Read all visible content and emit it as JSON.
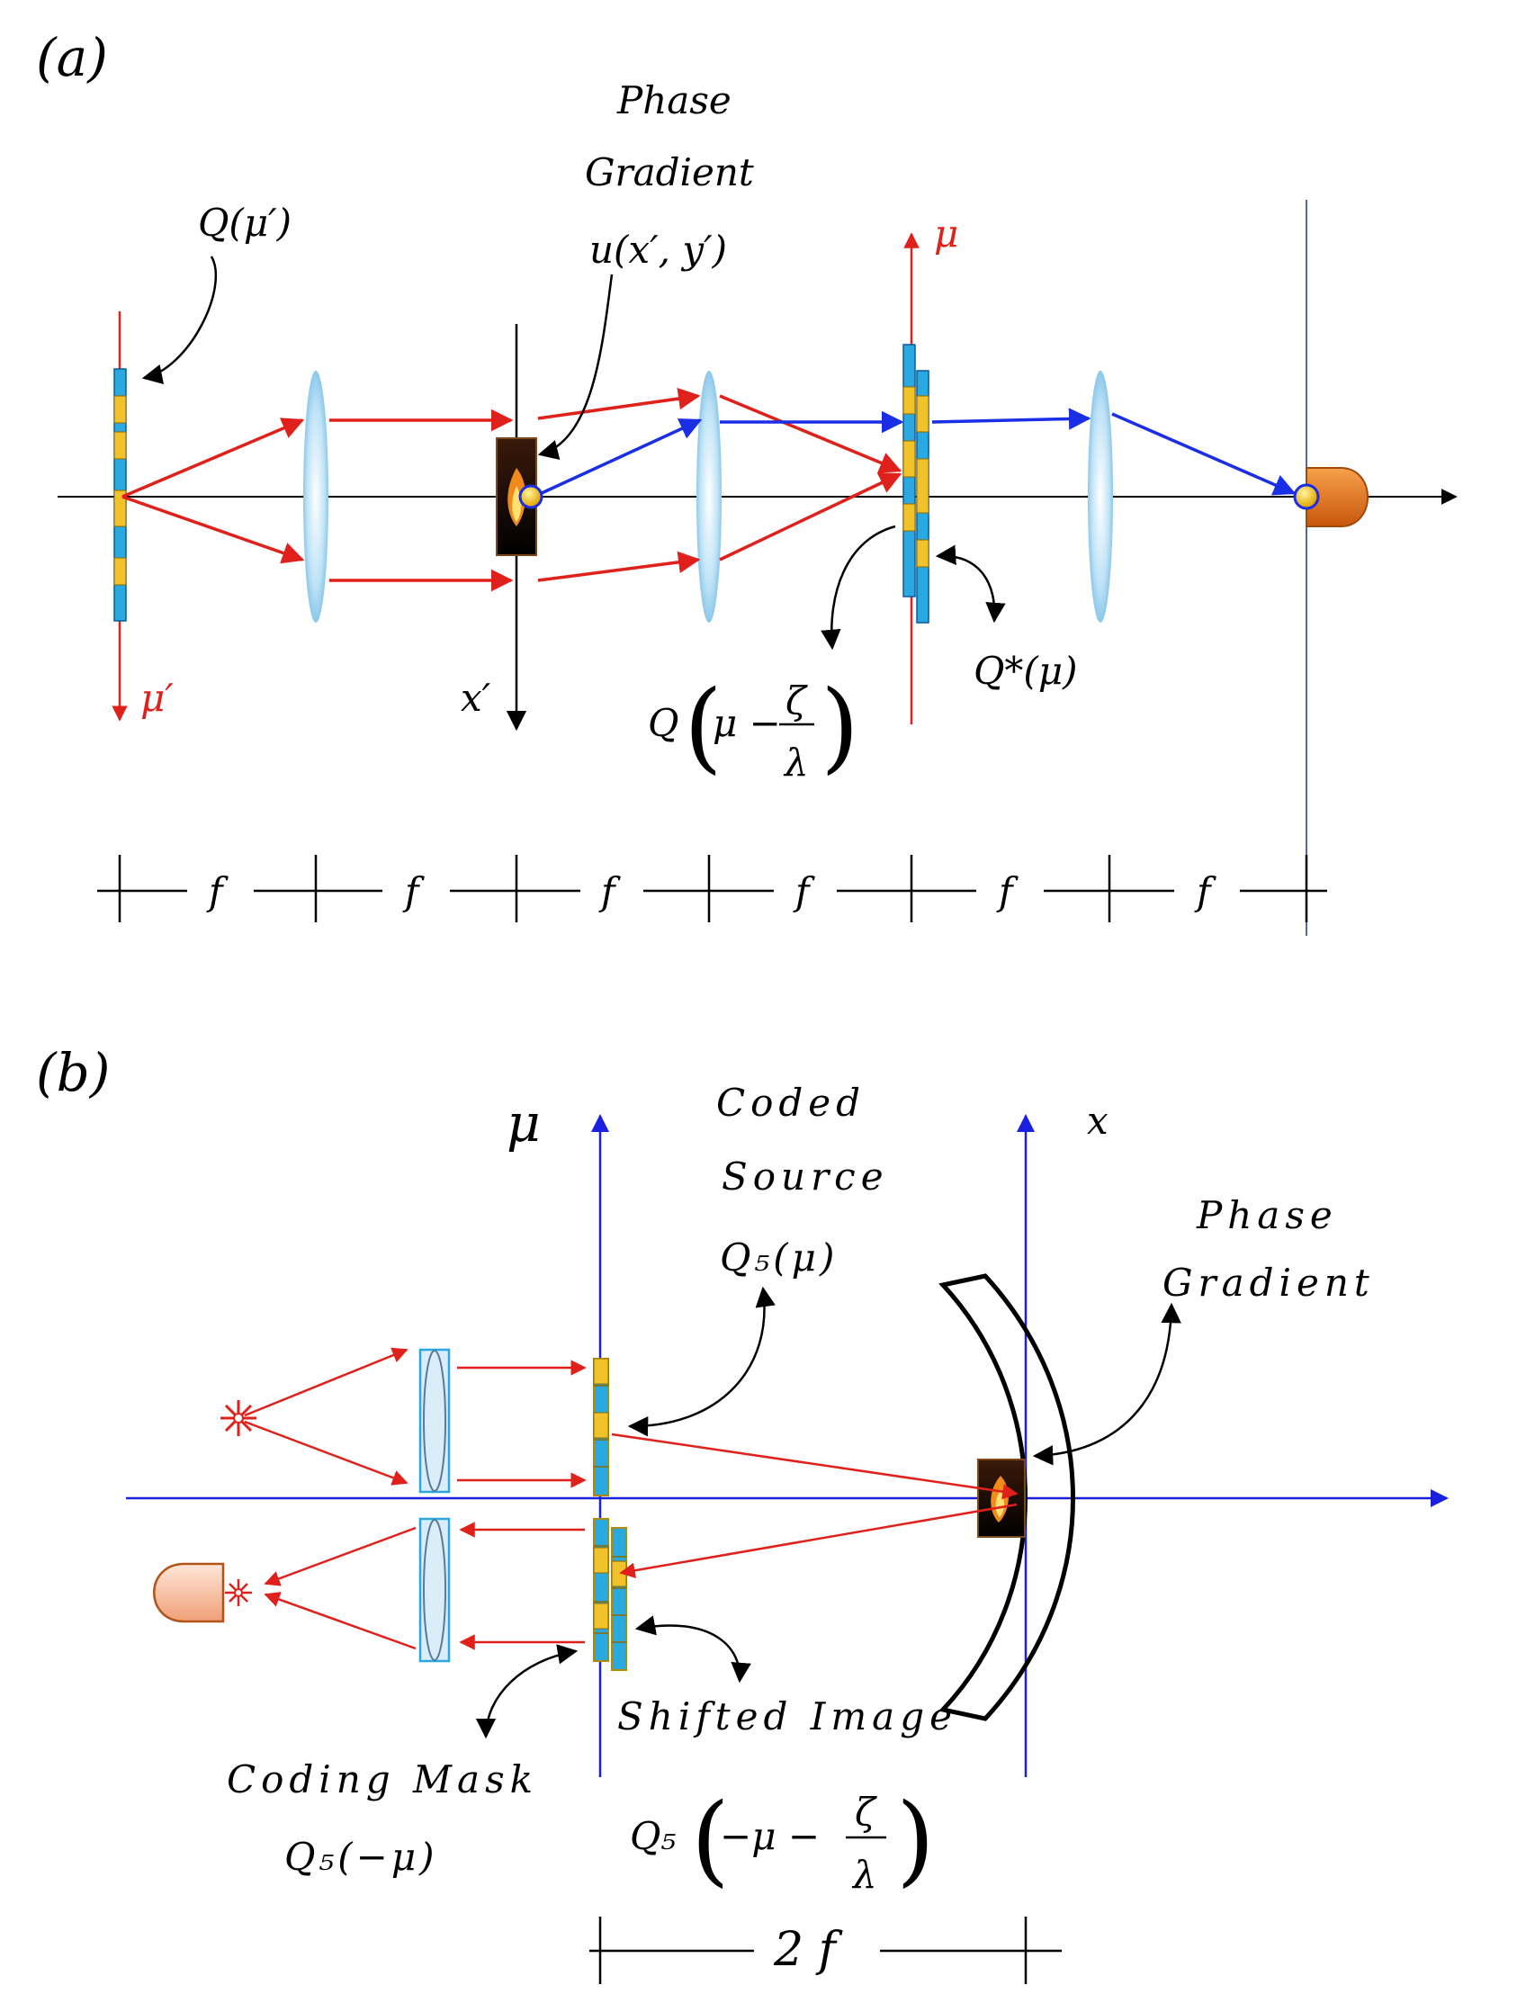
{
  "panel_a": {
    "label": "(a)",
    "phase_title_1": "Phase",
    "phase_title_2": "Gradient",
    "u_label": "u(x′, y′)",
    "q_mu_prime": "Q(μ′)",
    "mu_prime": "μ′",
    "mu": "μ",
    "x_prime": "x′",
    "q_shift_q": "Q",
    "q_shift_mu": "μ −",
    "q_shift_num": "ζ",
    "q_shift_den": "λ",
    "q_conj": "Q*(μ)",
    "f": "f"
  },
  "panel_b": {
    "label": "(b)",
    "mu": "μ",
    "x": "x",
    "coded_1": "Coded",
    "coded_2": "Source",
    "q5_mu": "Q₅(μ)",
    "phase_1": "Phase",
    "phase_2": "Gradient",
    "shifted": "Shifted Image",
    "coding_mask": "Coding Mask",
    "q5_neg_mu": "Q₅(−μ)",
    "q5_shift_q": "Q₅",
    "q5_shift_mu": "−μ −",
    "q5_shift_num": "ζ",
    "q5_shift_den": "λ",
    "two_f": "2 f"
  },
  "colors": {
    "ray_red": "#e0201a",
    "ray_blue": "#1a2ee6",
    "axis_blue": "#1a20e0",
    "mask_blue": "#2aa8e0",
    "mask_gold": "#f2c22a"
  }
}
